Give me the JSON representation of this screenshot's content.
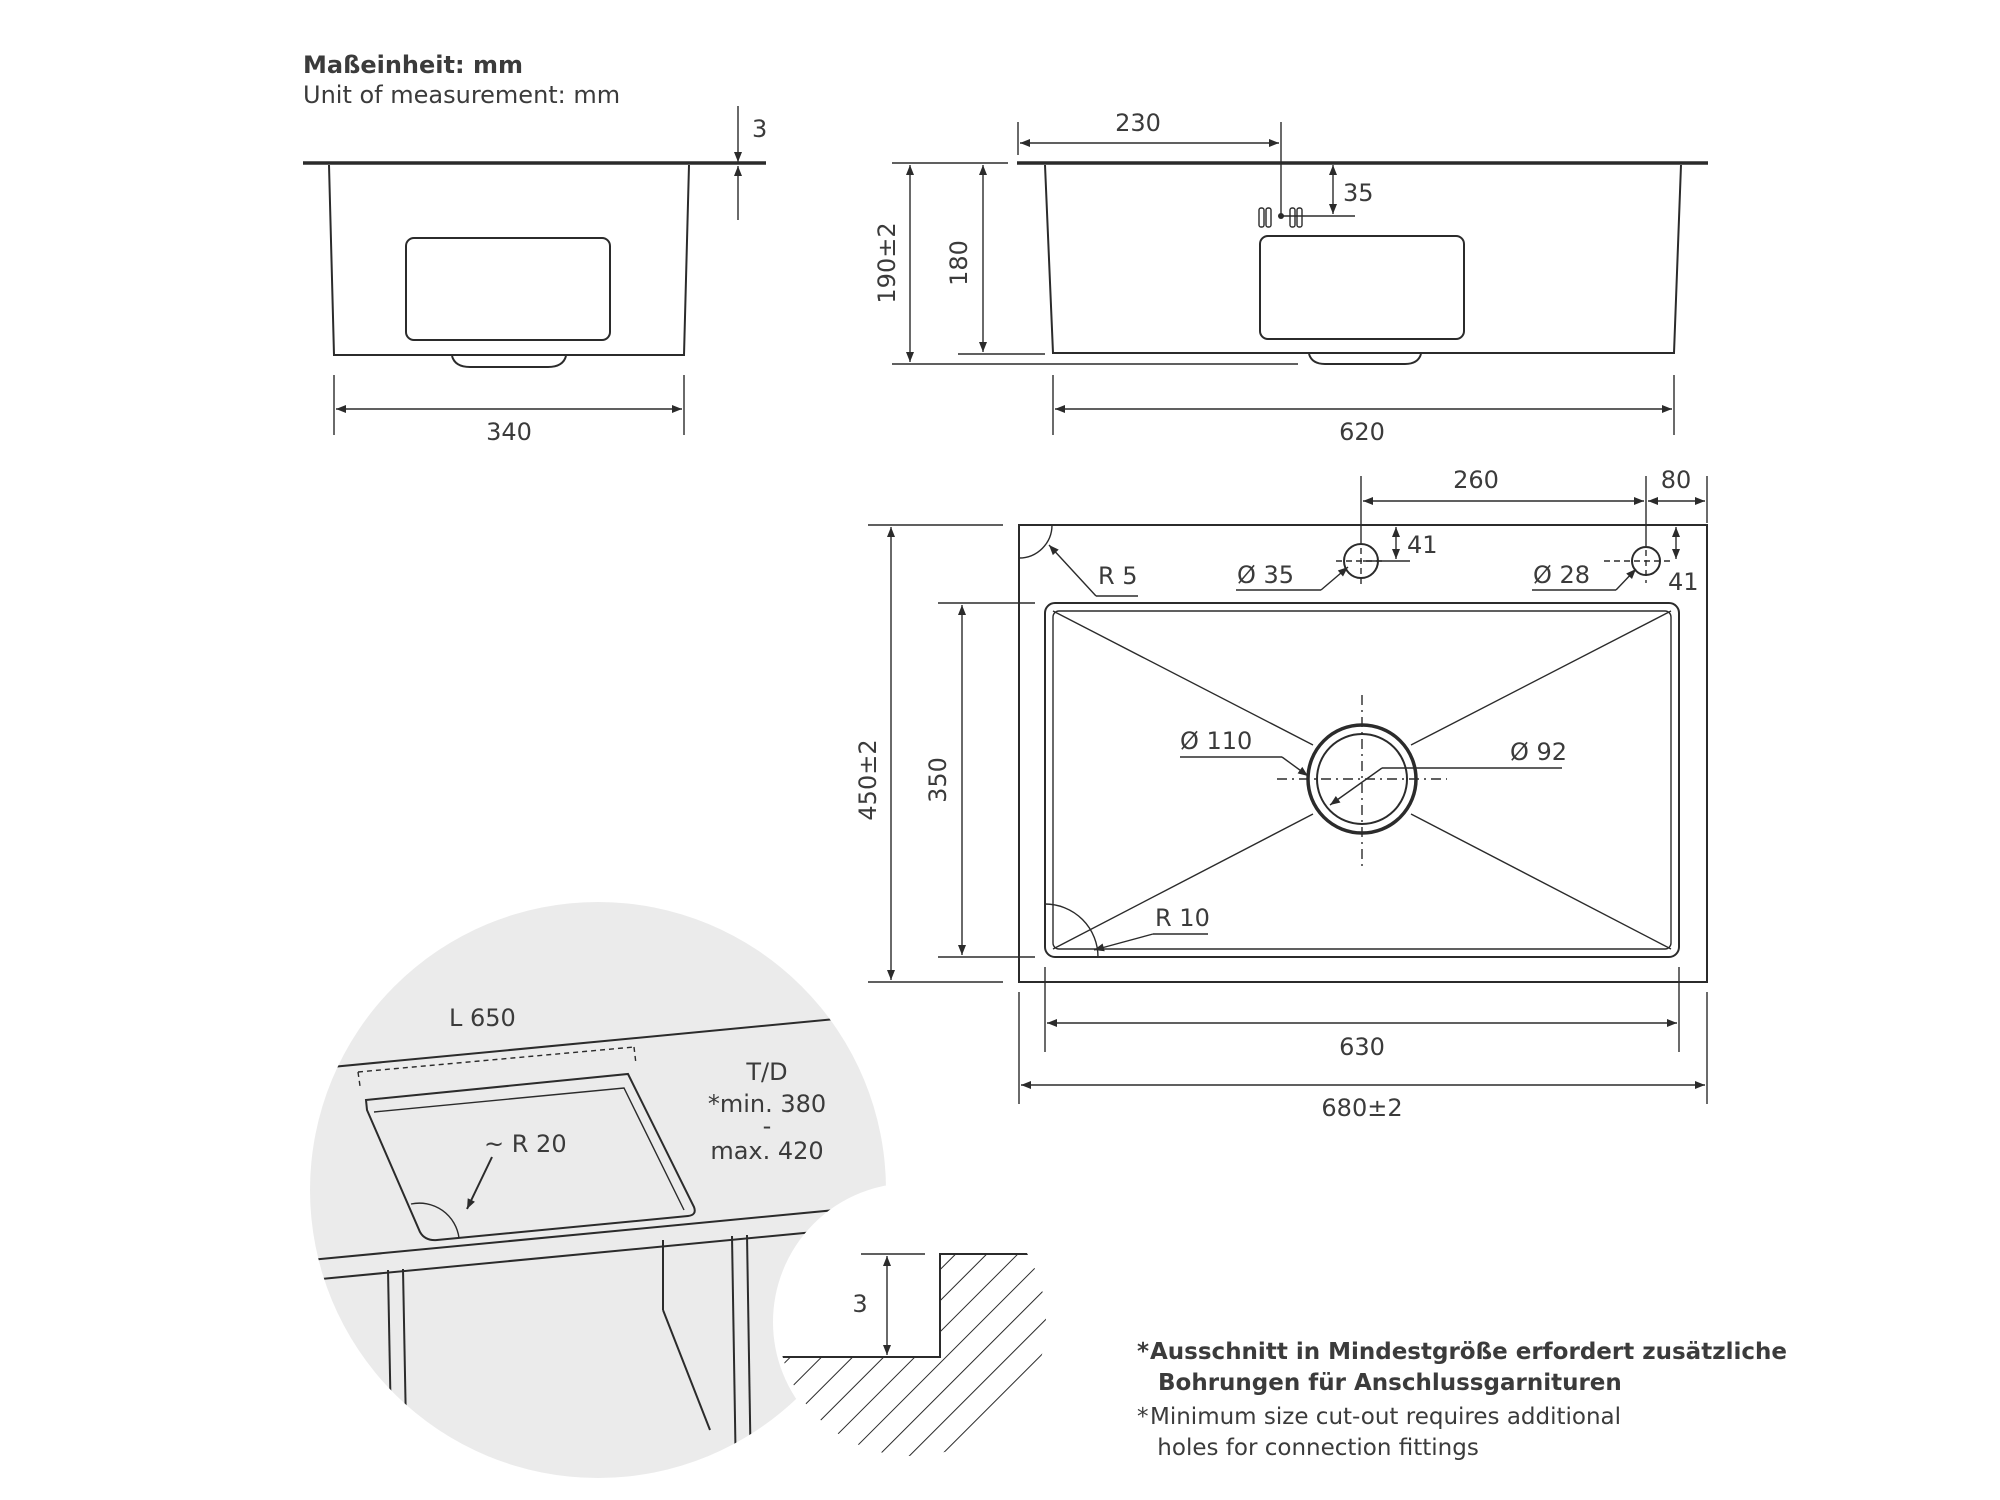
{
  "header": {
    "unit_de": "Maßeinheit: mm",
    "unit_en": "Unit of measurement: mm"
  },
  "side_view": {
    "rim_thickness": "3",
    "width": "340"
  },
  "front_view": {
    "tap_offset": "230",
    "tap_depth": "35",
    "height_total": "190±2",
    "bowl_depth": "180",
    "width": "620"
  },
  "top_view": {
    "dim_260": "260",
    "dim_80": "80",
    "dim_41_a": "41",
    "dim_41_b": "41",
    "corner_outer": "R 5",
    "hole_tap": "Ø 35",
    "hole_small": "Ø 28",
    "drain_outer": "Ø 110",
    "drain_inner": "Ø 92",
    "corner_inner": "R 10",
    "height_total": "450±2",
    "bowl_height": "350",
    "bowl_width": "630",
    "width_total": "680±2"
  },
  "detail": {
    "length": "L 650",
    "td": "T/D",
    "min": "*min. 380",
    "dash": "-",
    "max": "max. 420",
    "radius": "~ R 20",
    "rim": "3"
  },
  "notes": {
    "star": "*",
    "de": "Ausschnitt in Mindestgröße erfordert zusätzliche\n Bohrungen für Anschlussgarnituren",
    "en": "Minimum size cut-out requires additional\n holes for connection fittings"
  }
}
